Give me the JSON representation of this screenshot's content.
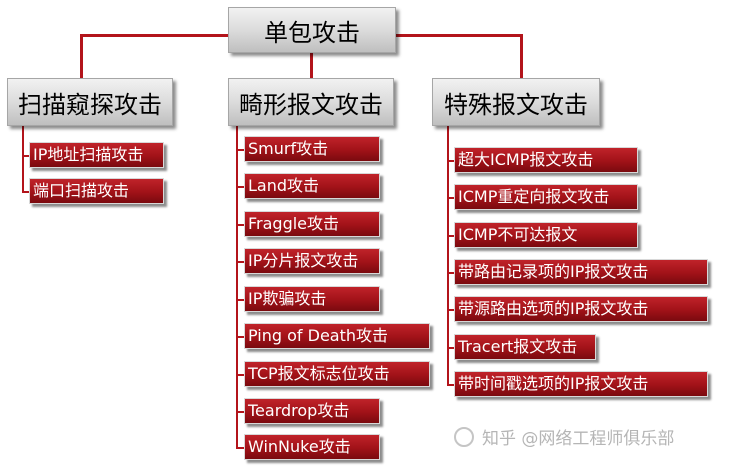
{
  "root": {
    "label": "单包攻击"
  },
  "categories": [
    {
      "label": "扫描窥探攻击",
      "items": [
        "IP地址扫描攻击",
        "端口扫描攻击"
      ]
    },
    {
      "label": "畸形报文攻击",
      "items": [
        "Smurf攻击",
        "Land攻击",
        "Fraggle攻击",
        "IP分片报文攻击",
        "IP欺骗攻击",
        "Ping of Death攻击",
        "TCP报文标志位攻击",
        "Teardrop攻击",
        "WinNuke攻击"
      ]
    },
    {
      "label": "特殊报文攻击",
      "items": [
        "超大ICMP报文攻击",
        "ICMP重定向报文攻击",
        "ICMP不可达报文",
        "带路由记录项的IP报文攻击",
        "带源路由选项的IP报文攻击",
        "Tracert报文攻击",
        "带时间戳选项的IP报文攻击"
      ]
    }
  ],
  "watermark": {
    "text": "知乎 @网络工程师俱乐部"
  },
  "colors": {
    "connector": "#b3141b",
    "leaf_fill": "#a11218",
    "category_fill": "#d9d9d9"
  }
}
